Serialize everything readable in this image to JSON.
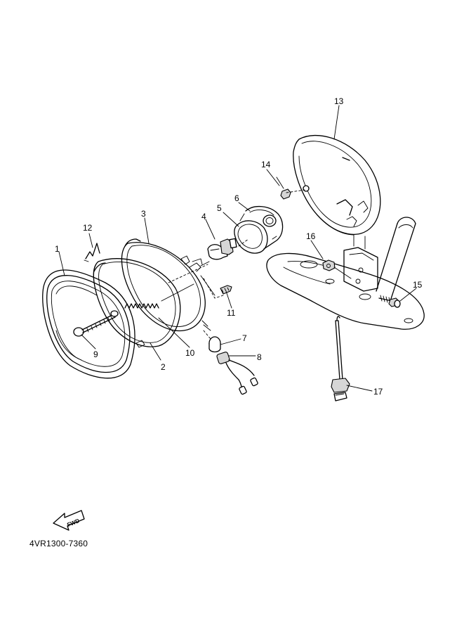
{
  "diagram_code": "4VR1300-7360",
  "fwd_label": "FWD",
  "callouts": {
    "p1": "1",
    "p2": "2",
    "p3": "3",
    "p4": "4",
    "p5": "5",
    "p6": "6",
    "p7": "7",
    "p8": "8",
    "p9": "9",
    "p10": "10",
    "p11": "11",
    "p12": "12",
    "p13": "13",
    "p14": "14",
    "p15": "15",
    "p16": "16",
    "p17": "17"
  }
}
